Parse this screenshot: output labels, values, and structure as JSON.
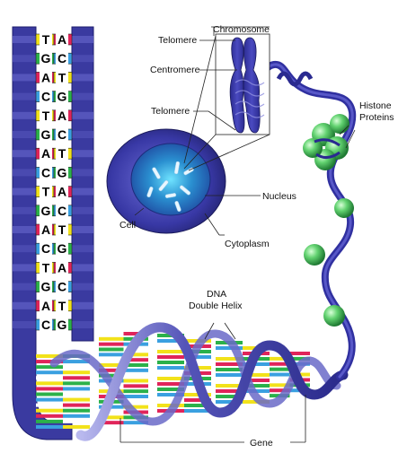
{
  "labels": {
    "chromosome": "Chromosome",
    "telomere_top": "Telomere",
    "centromere": "Centromere",
    "telomere_bottom": "Telomere",
    "histone": "Histone",
    "proteins": "Proteins",
    "nucleus": "Nucleus",
    "cell": "Cell",
    "cytoplasm": "Cytoplasm",
    "dna": "DNA",
    "double_helix": "Double Helix",
    "gene": "Gene"
  },
  "base_pairs": [
    {
      "left": "T",
      "right": "A"
    },
    {
      "left": "G",
      "right": "C"
    },
    {
      "left": "A",
      "right": "T"
    },
    {
      "left": "C",
      "right": "G"
    },
    {
      "left": "T",
      "right": "A"
    },
    {
      "left": "G",
      "right": "C"
    },
    {
      "left": "A",
      "right": "T"
    },
    {
      "left": "C",
      "right": "G"
    },
    {
      "left": "T",
      "right": "A"
    },
    {
      "left": "G",
      "right": "C"
    },
    {
      "left": "A",
      "right": "T"
    },
    {
      "left": "C",
      "right": "G"
    },
    {
      "left": "T",
      "right": "A"
    },
    {
      "left": "G",
      "right": "C"
    },
    {
      "left": "A",
      "right": "T"
    },
    {
      "left": "C",
      "right": "G"
    }
  ],
  "colors": {
    "backbone": "#3a3aa0",
    "backbone_dark": "#1e1e6e",
    "T": "#f2e21a",
    "A": "#e0245a",
    "G": "#2bb14a",
    "C": "#3aa0e0",
    "cell": "#3b3ba8",
    "nucleus": "#2a7fbf",
    "histone": "#5fcf6a",
    "white_rung": "#ffffff"
  }
}
